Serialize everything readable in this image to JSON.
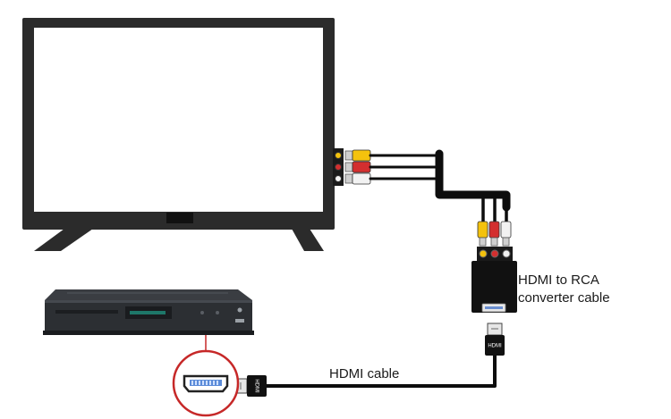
{
  "labels": {
    "converter_line1": "HDMI to RCA",
    "converter_line2": "converter cable",
    "hdmi_cable": "HDMI cable",
    "hdmi_plug_text": "HDMI"
  },
  "colors": {
    "tv_frame": "#2b2b2b",
    "screen": "#ffffff",
    "cable": "#0d0d0d",
    "rca_yellow": "#f4c20d",
    "rca_red": "#d32f2f",
    "rca_white": "#f2f2f2",
    "player_body": "#2c2f33",
    "magnifier_ring": "#c62828"
  }
}
